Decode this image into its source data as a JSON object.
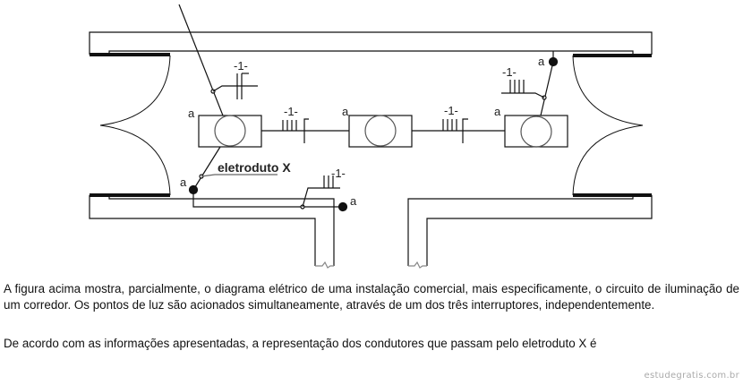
{
  "diagram": {
    "conductor_label": "-1-",
    "point_label": "a",
    "conduit_label": "eletroduto X"
  },
  "question": {
    "paragraph1": "A figura acima mostra, parcialmente, o diagrama elétrico de uma instalação comercial, mais especificamente, o circuito de iluminação de um corredor. Os pontos de luz são acionados simultaneamente, através de um dos três interruptores, independentemente.",
    "paragraph2": "De acordo com as informações apresentadas, a representação dos condutores que passam pelo eletroduto X é"
  },
  "watermark": "estudegratis.com.br"
}
